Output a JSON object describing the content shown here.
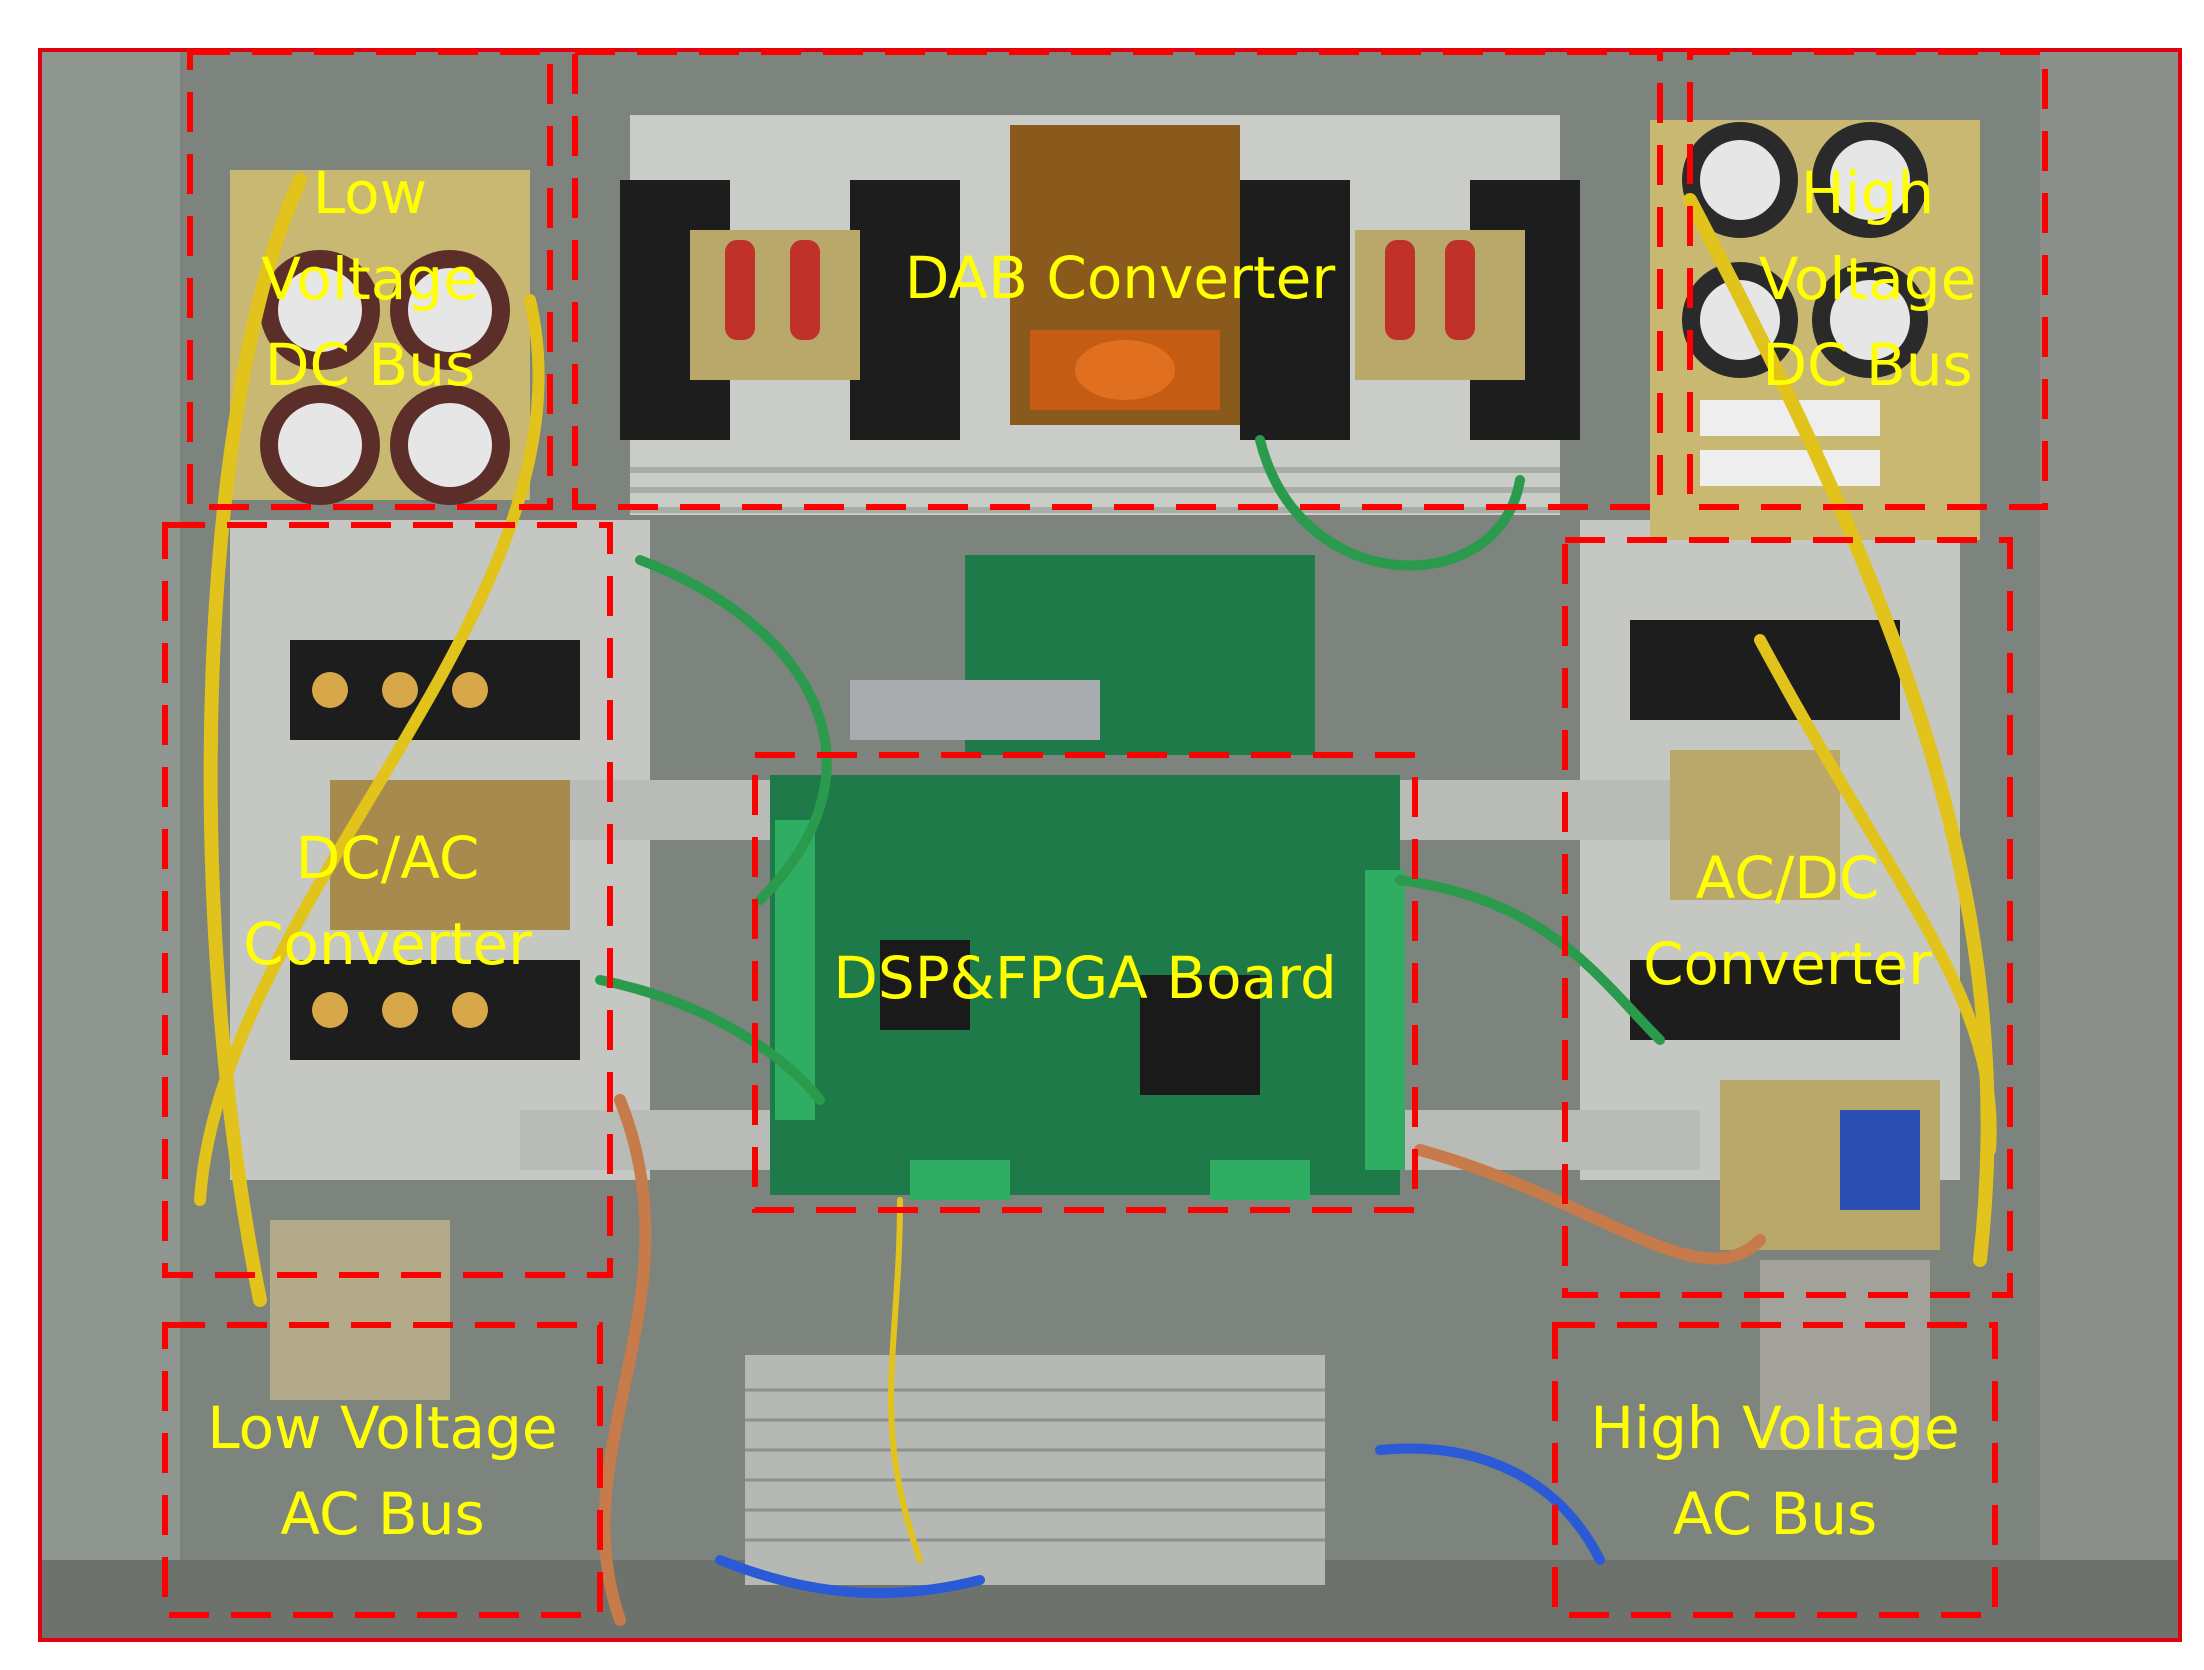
{
  "colors": {
    "label": "#ffff00",
    "box": "#ff0000",
    "frame": "#e0000f",
    "pcb": "#1f7a4a",
    "heatsink": "#c9ccc7",
    "enclosure": "#7c847d"
  },
  "regions": [
    {
      "id": "low-voltage-dc-bus",
      "lines": [
        "Low",
        "Voltage",
        "DC Bus"
      ]
    },
    {
      "id": "dab-converter",
      "lines": [
        "DAB Converter"
      ]
    },
    {
      "id": "high-voltage-dc-bus",
      "lines": [
        "High",
        "Voltage",
        "DC Bus"
      ]
    },
    {
      "id": "dc-ac-converter",
      "lines": [
        "DC/AC",
        "Converter"
      ]
    },
    {
      "id": "dsp-fpga-board",
      "lines": [
        "DSP&FPGA Board"
      ]
    },
    {
      "id": "ac-dc-converter",
      "lines": [
        "AC/DC",
        "Converter"
      ]
    },
    {
      "id": "low-voltage-ac-bus",
      "lines": [
        "Low Voltage",
        "AC Bus"
      ]
    },
    {
      "id": "high-voltage-ac-bus",
      "lines": [
        "High Voltage",
        "AC Bus"
      ]
    }
  ]
}
